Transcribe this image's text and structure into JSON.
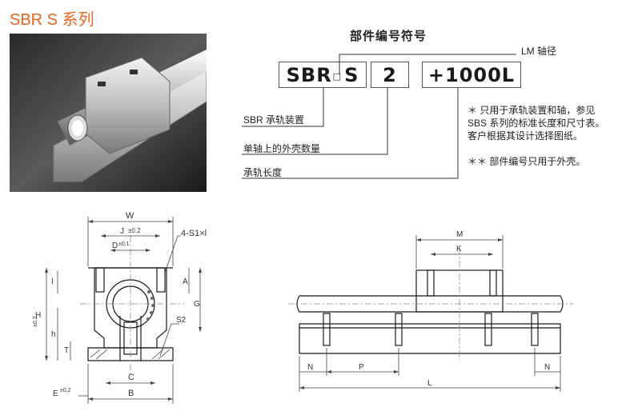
{
  "title": "SBR S  系列",
  "code_section": {
    "heading": "部件编号符号",
    "code_part_main": "SBR",
    "code_part_marker": "□",
    "code_part_s": "S",
    "code_part_qty": "2",
    "code_part_len": "+1000L",
    "label_shaft": "LM  轴径",
    "label_sbr": "SBR  承轨装置",
    "label_qty": "单轴上的外壳数量",
    "label_len": "承轨长度",
    "note1": "＊ 只用于承轨装置和轴，参见SBS 系列的标准长度和尺寸表。客户根据其设计选择图纸。",
    "note2": "＊＊  部件编号只用于外壳。"
  },
  "front_view": {
    "W": "W",
    "J": "J",
    "tol_02": "±0.2",
    "D": "D",
    "tol_01": "±0.1",
    "holes": "4-S1×l",
    "I": "I",
    "A": "A",
    "H": "H",
    "G": "G",
    "h": "h",
    "T": "T",
    "S2": "S2",
    "C": "C",
    "B": "B",
    "E": "E"
  },
  "side_view": {
    "M": "M",
    "K": "K",
    "N_left": "N",
    "P": "P",
    "L": "L",
    "N_right": "N"
  },
  "colors": {
    "title": "#e8641e",
    "line": "#1a1a1a",
    "dim": "#444444"
  }
}
